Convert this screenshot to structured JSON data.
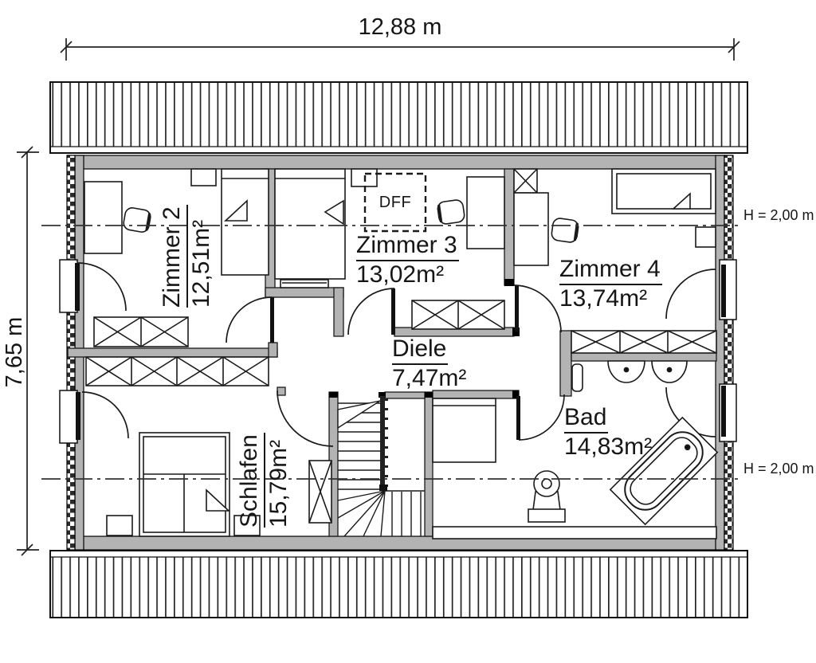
{
  "plan": {
    "type": "floor-plan",
    "width_dimension": "12,88 m",
    "height_dimension": "7,65 m",
    "height_marker_upper": "H = 2,00 m",
    "height_marker_lower": "H = 2,00 m",
    "roof_window": "DFF",
    "rooms": [
      {
        "id": "zimmer2",
        "name": "Zimmer 2",
        "area": "12,51m²"
      },
      {
        "id": "zimmer3",
        "name": "Zimmer 3",
        "area": "13,02m²"
      },
      {
        "id": "zimmer4",
        "name": "Zimmer 4",
        "area": "13,74m²"
      },
      {
        "id": "diele",
        "name": "Diele",
        "area": "7,47m²"
      },
      {
        "id": "schlafen",
        "name": "Schlafen",
        "area": "15,79m²"
      },
      {
        "id": "bad",
        "name": "Bad",
        "area": "14,83m²"
      }
    ],
    "colors": {
      "wall_fill": "#b3b3b3",
      "line": "#1a1a1a",
      "background": "#ffffff"
    }
  }
}
